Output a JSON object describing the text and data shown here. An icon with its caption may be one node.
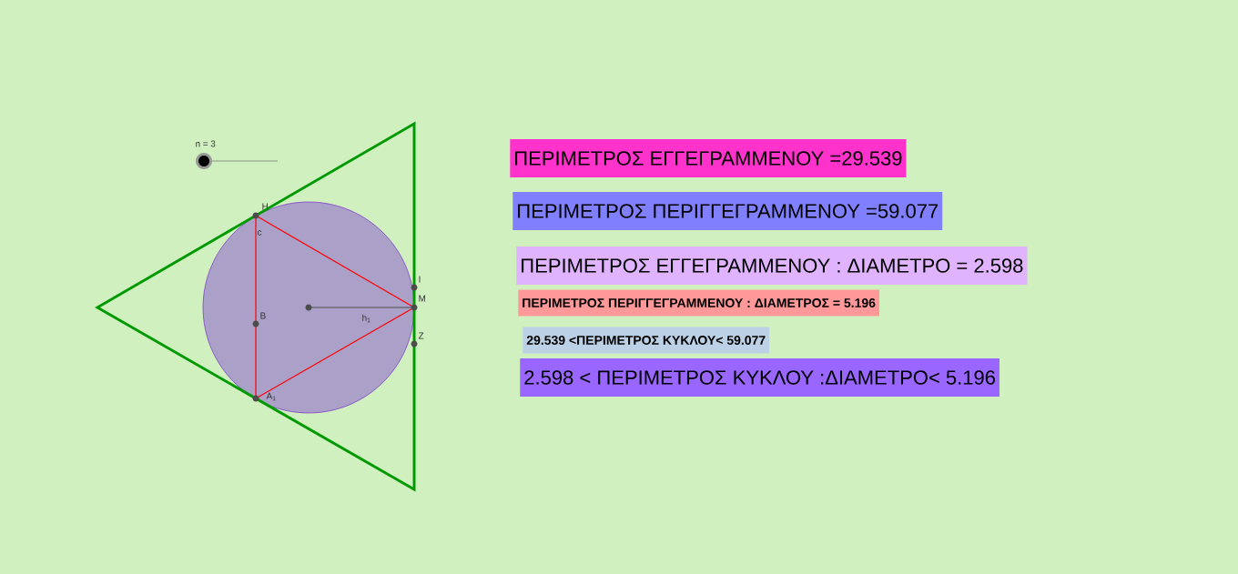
{
  "diagram": {
    "nodes": [
      {
        "text": [
          "ΠΕΡΙΜΕΤΡΟΣ ΕΓΓΕΓΡΑΜΜΕΝΟΥ =29.539"
        ]
      },
      {
        "text": [
          "ΠΕΡΙΜΕΤΡΟΣ ΠΕΡΙΓΓΕΓΡΑΜΜΕΝΟΥ =59.077"
        ]
      },
      {
        "text": [
          "ΠΕΡΙΜΕΤΡΟΣ ΕΓΓΕΓΡΑΜΜΕΝΟΥ : ΔΙΑΜΕΤΡΟ = 2.598"
        ]
      },
      {
        "text": [
          "ΠΕΡΙΜΕΤΡΟΣ ΠΕΡΙΓΓΕΓΡΑΜΜΕΝΟΥ : ΔΙΑΜΕΤΡΟΣ = 5.196"
        ]
      },
      {
        "text": [
          "29.539 <ΠΕΡΙΜΕΤΡΟΣ ΚΥΚΛΟΥ< 59.077"
        ]
      },
      {
        "text": [
          "2.598 < ΠΕΡΙΜΕΤΡΟΣ ΚΥΚΛΟΥ :ΔΙΑΜΕΤΡΟ< 5.196"
        ]
      }
    ],
    "labels": [
      "n = 3",
      "Η",
      "c",
      "Ι",
      "Μ",
      "Β",
      "h$_{1}$",
      "Ζ",
      "Α$_{1}$"
    ]
  }
}
